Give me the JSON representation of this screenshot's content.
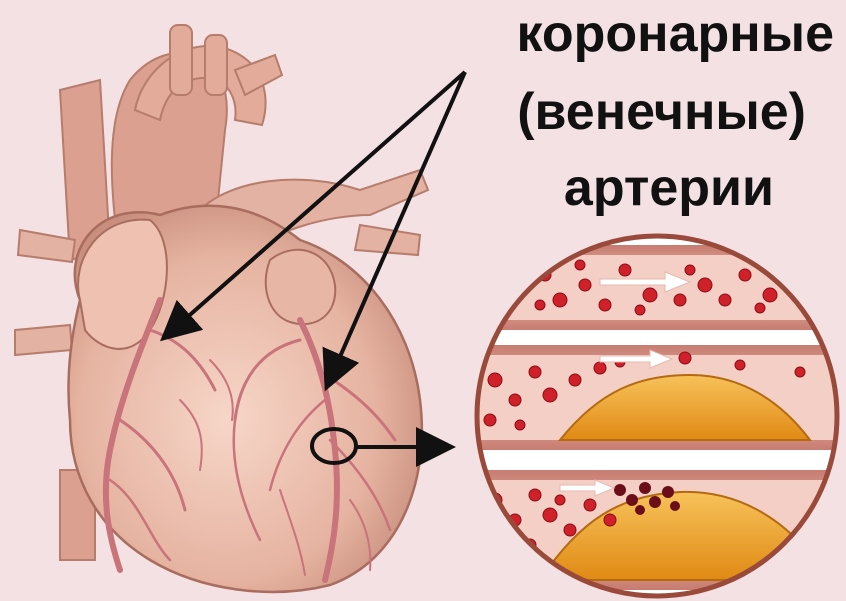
{
  "title": {
    "line1": "коронарные",
    "line2": "(венечные)",
    "line3": "артерии"
  },
  "colors": {
    "background": "#f3e1e3",
    "heart": "#e9b9a8",
    "heart_shadow": "#c98f7e",
    "vessel": "#d9968a",
    "blood_cell": "#d0202a",
    "plaque": "#f0a020",
    "arrow": "#111111"
  },
  "icons": [
    "heart-illustration",
    "blood-cell",
    "plaque-deposit",
    "flow-arrow",
    "magnifier-circle"
  ]
}
